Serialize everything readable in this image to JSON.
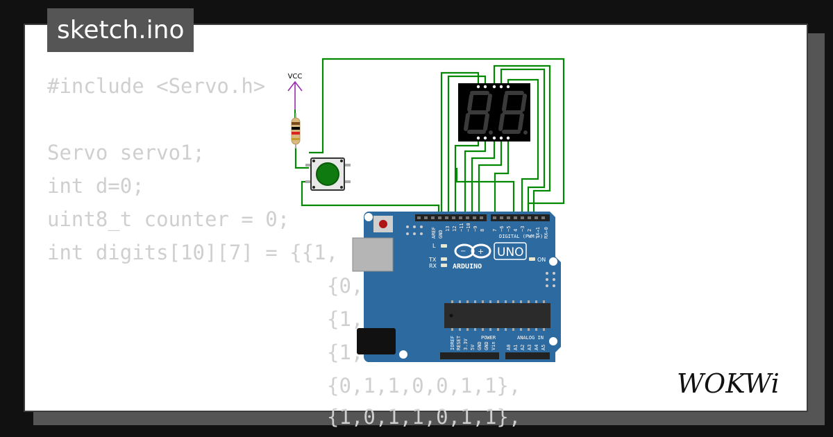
{
  "title": "sketch.ino",
  "code_lines": [
    "#include <Servo.h>",
    "Servo servo1;",
    "int d=0;",
    "uint8_t counter = 0;",
    "int digits[10][7] = {{1,",
    "{0,",
    "{1,",
    "{1,",
    "{0,1,1,0,0,1,1},",
    "{1,0,1,1,0,1,1},"
  ],
  "vcc_label": "VCC",
  "board": {
    "brand": "ARDUINO",
    "model": "UNO",
    "aref": "AREF",
    "gnd": "GND",
    "digital_pins": [
      "13",
      "12",
      "~11",
      "~10",
      "~9",
      "8",
      "7",
      "~6",
      "~5",
      "4",
      "~3",
      "2",
      "TX→1",
      "RX←0"
    ],
    "digital_label": "DIGITAL (PWM ~)",
    "led_l": "L",
    "led_tx": "TX",
    "led_rx": "RX",
    "led_on": "ON",
    "power_label": "POWER",
    "analog_label": "ANALOG IN",
    "power_pins": [
      "IOREF",
      "RESET",
      "3.3V",
      "5V",
      "GND",
      "GND",
      "Vin"
    ],
    "analog_pins": [
      "A0",
      "A1",
      "A2",
      "A3",
      "A4",
      "A5"
    ]
  },
  "brand_logo": "WOKWi",
  "colors": {
    "background": "#111111",
    "card": "#ffffff",
    "tab": "#555555",
    "code_text": "#cfcfcf",
    "wire": "#008800",
    "board": "#2d6aa0",
    "display": "#000000",
    "button_cap": "#0f7a0f",
    "vcc": "#9a2bb0"
  }
}
